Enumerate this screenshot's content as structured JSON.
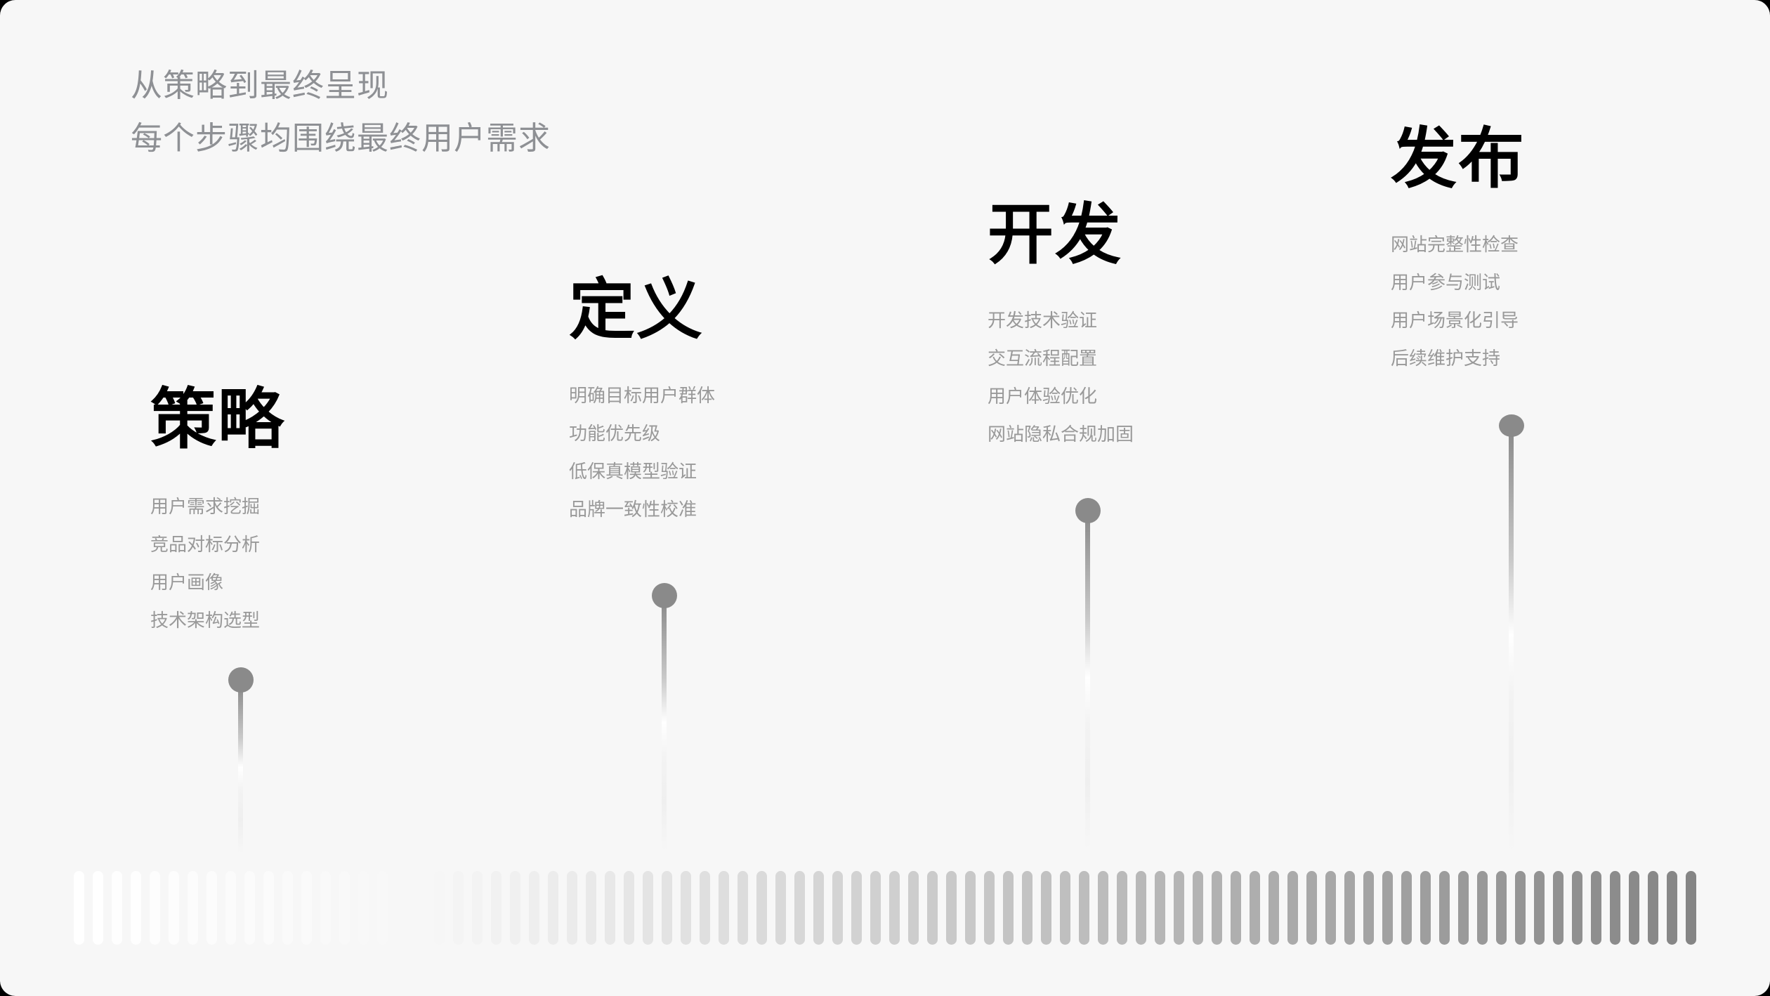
{
  "subtitle": {
    "line1": "从策略到最终呈现",
    "line2": "每个步骤均围绕最终用户需求"
  },
  "stages": [
    {
      "title": "策略",
      "items": [
        "用户需求挖掘",
        "竞品对标分析",
        "用户画像",
        "技术架构选型"
      ]
    },
    {
      "title": "定义",
      "items": [
        "明确目标用户群体",
        "功能优先级",
        "低保真模型验证",
        "品牌一致性校准"
      ]
    },
    {
      "title": "开发",
      "items": [
        "开发技术验证",
        "交互流程配置",
        "用户体验优化",
        "网站隐私合规加固"
      ]
    },
    {
      "title": "发布",
      "items": [
        "网站完整性检查",
        "用户参与测试",
        "用户场景化引导",
        "后续维护支持"
      ]
    }
  ],
  "pins": [
    {
      "icon": "pin-marker-icon",
      "color": "#8a8a8a"
    },
    {
      "icon": "pin-marker-icon",
      "color": "#8a8a8a"
    },
    {
      "icon": "pin-marker-icon",
      "color": "#8a8a8a"
    },
    {
      "icon": "pin-marker-icon",
      "color": "#858585"
    }
  ],
  "timeline_bars": {
    "count": 86,
    "colors": {
      "start": "#ffffff",
      "middle": "#f7f7f7",
      "end": "#858585"
    }
  },
  "colors": {
    "background": "#f7f7f7",
    "title": "#000000",
    "subtitle": "#8e9094",
    "list_text": "#999999"
  }
}
